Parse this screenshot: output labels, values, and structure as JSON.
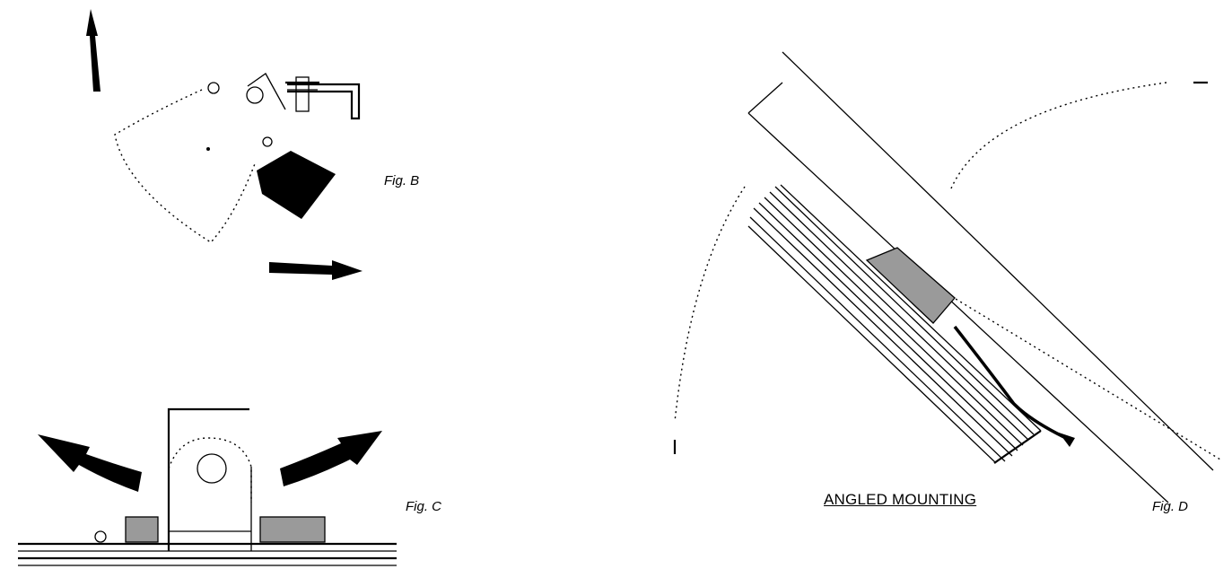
{
  "figures": {
    "fig_b": {
      "caption": "Fig. B"
    },
    "fig_c": {
      "caption": "Fig. C"
    },
    "fig_d": {
      "caption": "Fig. D",
      "title": "ANGLED MOUNTING"
    }
  },
  "colors": {
    "ink": "#000000",
    "background": "#ffffff",
    "shading": "#9a9a9a"
  },
  "icons": [
    "up-arrow-icon",
    "right-arrow-icon",
    "left-curved-arrow-icon",
    "right-curved-arrow-icon"
  ]
}
